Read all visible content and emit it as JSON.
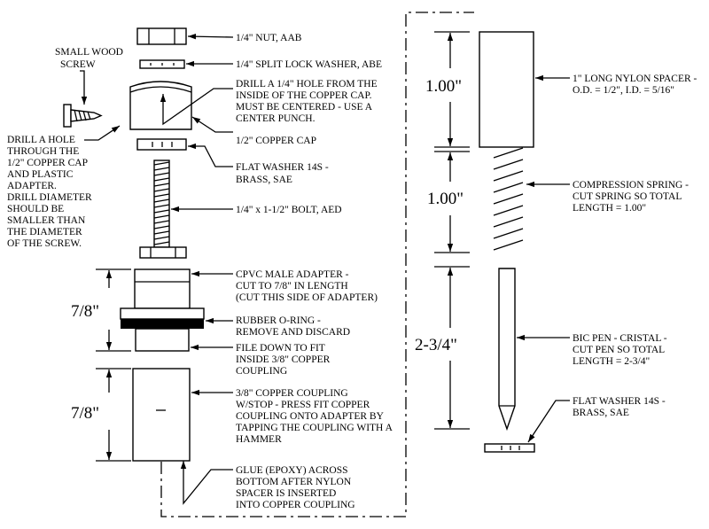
{
  "labels": {
    "nut": "1/4\" NUT, AAB",
    "lock_washer": "1/4\" SPLIT LOCK WASHER, ABE",
    "wood_screw": [
      "SMALL WOOD",
      "SCREW"
    ],
    "drill_center": [
      "DRILL A 1/4\" HOLE FROM THE",
      "INSIDE OF THE COPPER CAP.",
      "MUST BE CENTERED - USE A",
      "CENTER PUNCH."
    ],
    "copper_cap": "1/2\" COPPER CAP",
    "drill_side": [
      "DRILL A HOLE",
      "THROUGH THE",
      "1/2\" COPPER CAP",
      "AND PLASTIC",
      "ADAPTER.",
      "DRILL DIAMETER",
      "SHOULD BE",
      "SMALLER THAN",
      "THE DIAMETER",
      "OF THE SCREW."
    ],
    "flat_washer_top": [
      "FLAT WASHER 14S -",
      "BRASS, SAE"
    ],
    "bolt": "1/4\" x 1-1/2\" BOLT, AED",
    "cpvc": [
      "CPVC MALE ADAPTER -",
      "CUT TO 7/8\" IN LENGTH",
      "(CUT THIS SIDE OF ADAPTER)"
    ],
    "oring": [
      "RUBBER O-RING -",
      "REMOVE AND DISCARD"
    ],
    "file_down": [
      "FILE DOWN TO FIT",
      "INSIDE 3/8\" COPPER",
      "COUPLING"
    ],
    "coupling": [
      "3/8\" COPPER  COUPLING",
      "W/STOP - PRESS FIT COPPER",
      "COUPLING ONTO ADAPTER BY",
      "TAPPING THE COUPLING WITH A",
      "HAMMER"
    ],
    "glue": [
      "GLUE (EPOXY) ACROSS",
      "BOTTOM AFTER NYLON",
      "SPACER IS INSERTED",
      "INTO COPPER COUPLING"
    ],
    "spacer": [
      "1\" LONG NYLON SPACER -",
      "O.D. = 1/2\", I.D. = 5/16\""
    ],
    "spring": [
      "COMPRESSION SPRING -",
      "CUT SPRING SO TOTAL",
      "LENGTH = 1.00\""
    ],
    "pen": [
      "BIC PEN - CRISTAL -",
      "CUT PEN SO TOTAL",
      "LENGTH = 2-3/4\""
    ],
    "flat_washer_bottom": [
      "FLAT WASHER 14S -",
      "BRASS, SAE"
    ]
  },
  "dimensions": {
    "adapter": "7/8\"",
    "coupling": "7/8\"",
    "spacer": "1.00\"",
    "spring": "1.00\"",
    "pen": "2-3/4\""
  }
}
